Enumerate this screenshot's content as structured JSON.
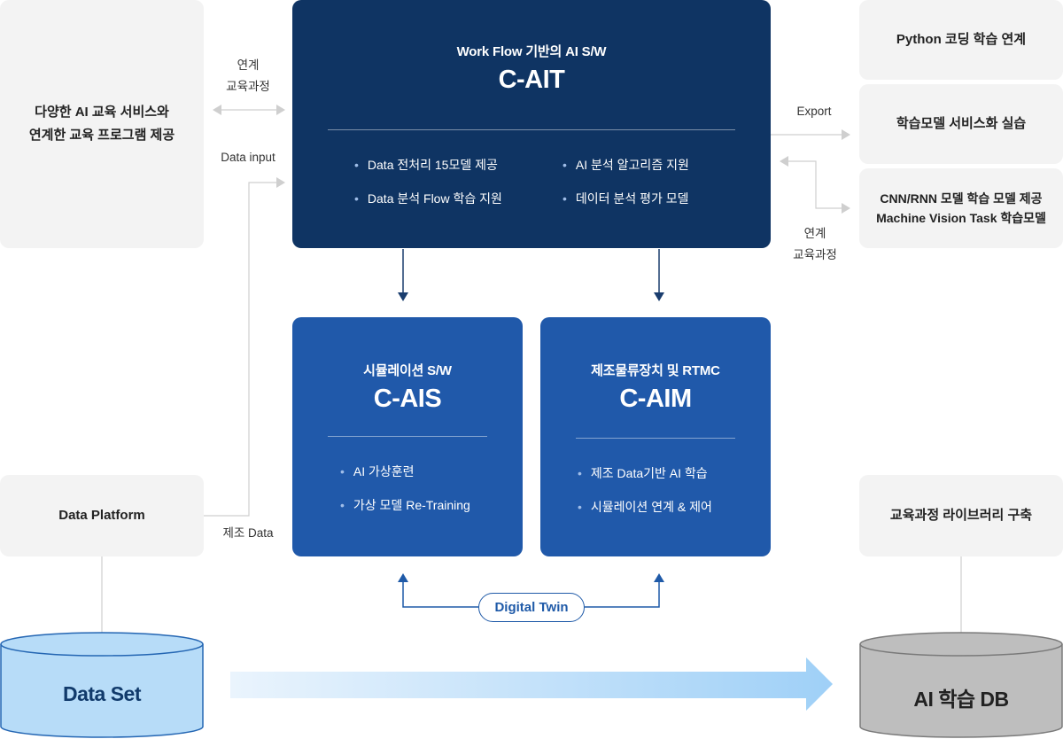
{
  "left": {
    "programs_box": "다양한 AI 교육 서비스와\n연계한 교육 프로그램 제공",
    "platform_box": "Data Platform",
    "dataset": "Data Set"
  },
  "labels": {
    "link_left": "연계\n교육과정",
    "data_input": "Data input",
    "manufacturing_data": "제조 Data",
    "export": "Export",
    "link_right": "연계\n교육과정"
  },
  "cait": {
    "subtitle": "Work Flow 기반의 AI S/W",
    "title": "C-AIT",
    "bullets": [
      "Data 전처리 15모델 제공",
      "Data 분석 Flow 학습 지원",
      "AI 분석 알고리즘 지원",
      "데이터 분석 평가 모델"
    ]
  },
  "cais": {
    "subtitle": "시뮬레이션 S/W",
    "title": "C-AIS",
    "bullets": [
      "AI 가상훈련",
      "가상 모델 Re-Training"
    ]
  },
  "caim": {
    "subtitle": "제조물류장치 및 RTMC",
    "title": "C-AIM",
    "bullets": [
      "제조 Data기반 AI 학습",
      "시뮬레이션 연계 & 제어"
    ]
  },
  "digital_twin": "Digital Twin",
  "right": {
    "python": "Python 코딩 학습 연계",
    "service": "학습모델 서비스화 실습",
    "cnn": "CNN/RNN 모델 학습 모델 제공\nMachine Vision Task 학습모델",
    "library": "교육과정 라이브러리 구축",
    "db": "AI 학습 DB"
  },
  "colors": {
    "cait_bg": "#0f3463",
    "card_bg": "#2059aa",
    "gray_box": "#f3f3f3",
    "dataset_fill": "#b7dcf8",
    "db_fill": "#bebebe"
  }
}
